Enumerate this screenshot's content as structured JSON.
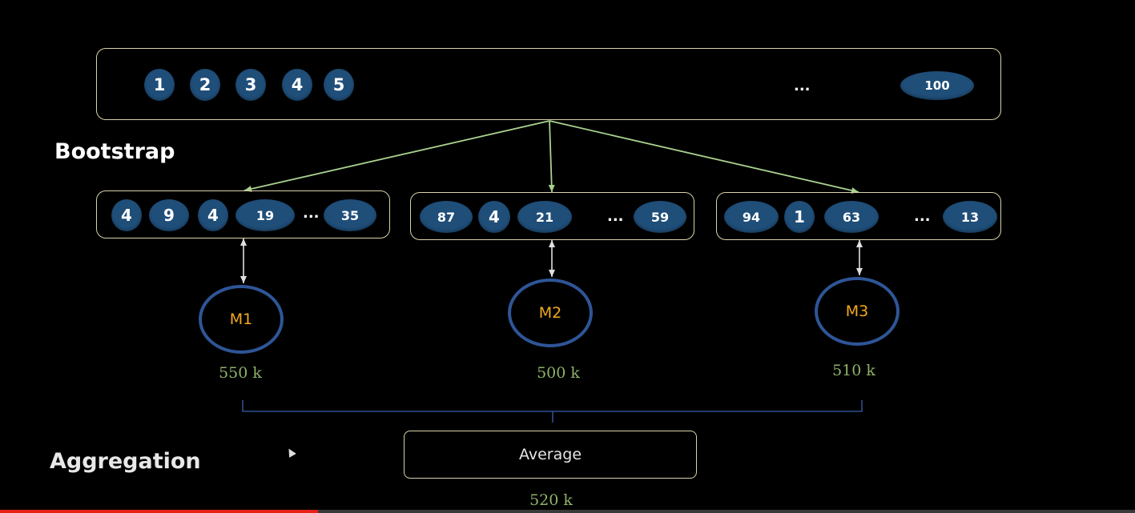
{
  "headings": {
    "bootstrap": "Bootstrap",
    "aggregation": "Aggregation"
  },
  "population": {
    "items": [
      "1",
      "2",
      "3",
      "4",
      "5"
    ],
    "ellipsis": "...",
    "last": "100"
  },
  "samples": [
    {
      "items": [
        "4",
        "9",
        "4",
        "19"
      ],
      "ellipsis": "...",
      "last": "35"
    },
    {
      "items": [
        "87",
        "4",
        "21"
      ],
      "ellipsis": "...",
      "last": "59"
    },
    {
      "items": [
        "94",
        "1",
        "63"
      ],
      "ellipsis": "...",
      "last": "13"
    }
  ],
  "models": [
    {
      "label": "M1",
      "prediction": "550 k"
    },
    {
      "label": "M2",
      "prediction": "500 k"
    },
    {
      "label": "M3",
      "prediction": "510 k"
    }
  ],
  "aggregate": {
    "label": "Average",
    "result": "520 k"
  },
  "colors": {
    "background": "#000000",
    "oval_fill": "#1f4e79",
    "box_border": "#d9d3a8",
    "arrow_green": "#a9d18e",
    "model_ring": "#2e5597",
    "model_label": "#f2a91c",
    "prediction_text": "#8fb26a"
  },
  "progress": 0.28
}
